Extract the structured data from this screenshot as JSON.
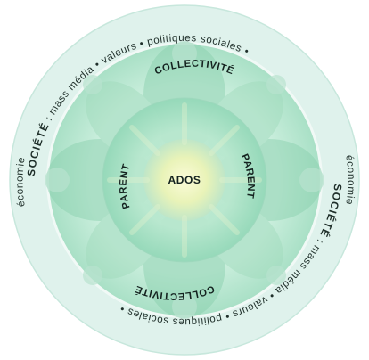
{
  "diagram": {
    "center": "ADOS",
    "parent_ring": {
      "left": "PARENT",
      "right": "PARENT"
    },
    "collectivity_ring": {
      "top": "COLLECTIVITÉ",
      "bottom": "COLLECTIVITÉ"
    },
    "outer_ring": {
      "top_arc": [
        {
          "text": "SOCIÉTÉ",
          "bold": true
        },
        {
          "text": " : mass média • valeurs • politiques sociales •",
          "bold": false
        }
      ],
      "right_side": "économie",
      "bottom_arc": [
        {
          "text": "SOCIÉTÉ",
          "bold": true
        },
        {
          "text": " : mass média • valeurs • politiques sociales •",
          "bold": false
        }
      ],
      "left_side": "économie"
    },
    "colors": {
      "outer_ring": "#dff2ec",
      "outer_ring_stroke": "#c7e7dc",
      "collectivity": "#bfe9d7",
      "parent": "#a5dfc4",
      "center": "#f2f4b9",
      "petal": "#8fd4b2"
    }
  }
}
